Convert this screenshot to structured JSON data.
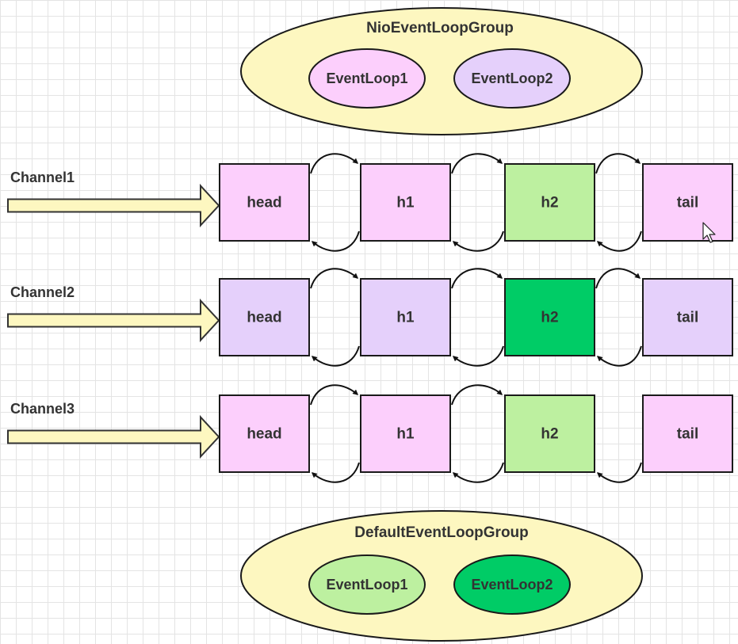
{
  "groups": {
    "nio": {
      "label": "NioEventLoopGroup",
      "loops": [
        {
          "label": "EventLoop1",
          "color": "#fccffc"
        },
        {
          "label": "EventLoop2",
          "color": "#e5d0fb"
        }
      ]
    },
    "default": {
      "label": "DefaultEventLoopGroup",
      "loops": [
        {
          "label": "EventLoop1",
          "color": "#bdf0a0"
        },
        {
          "label": "EventLoop2",
          "color": "#00cc66"
        }
      ]
    }
  },
  "channels": [
    {
      "label": "Channel1",
      "handlers": [
        {
          "label": "head",
          "color": "#fccffc"
        },
        {
          "label": "h1",
          "color": "#fccffc"
        },
        {
          "label": "h2",
          "color": "#bdf0a0"
        },
        {
          "label": "tail",
          "color": "#fccffc"
        }
      ]
    },
    {
      "label": "Channel2",
      "handlers": [
        {
          "label": "head",
          "color": "#e5d0fb"
        },
        {
          "label": "h1",
          "color": "#e5d0fb"
        },
        {
          "label": "h2",
          "color": "#00cc66"
        },
        {
          "label": "tail",
          "color": "#e5d0fb"
        }
      ]
    },
    {
      "label": "Channel3",
      "handlers": [
        {
          "label": "head",
          "color": "#fccffc"
        },
        {
          "label": "h1",
          "color": "#fccffc"
        },
        {
          "label": "h2",
          "color": "#bdf0a0"
        },
        {
          "label": "tail",
          "color": "#fccffc"
        }
      ]
    }
  ],
  "colors": {
    "group_fill": "#fdf7c0",
    "channel_arrow_fill": "#fdf7c0",
    "stroke": "#1a1a1a"
  }
}
